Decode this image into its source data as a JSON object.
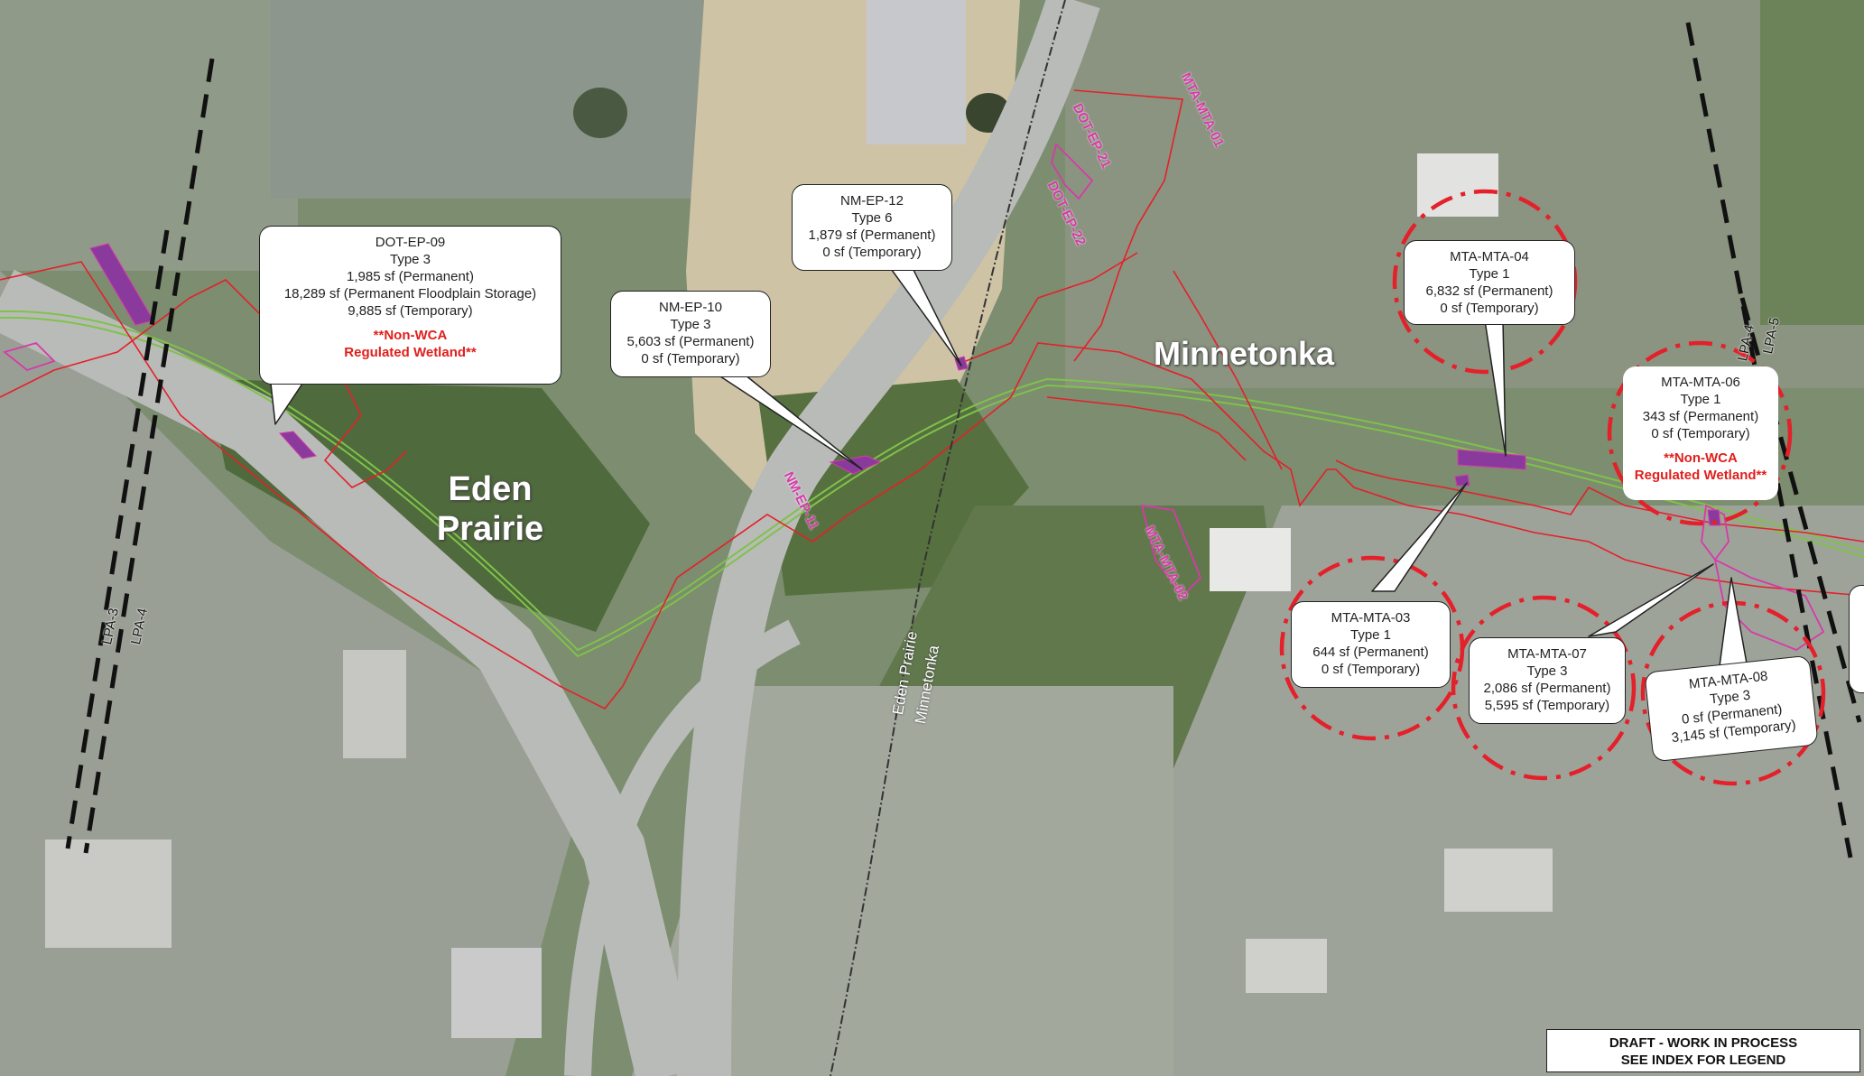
{
  "cities": {
    "eden_prairie": [
      "Eden",
      "Prairie"
    ],
    "minnetonka": "Minnetonka"
  },
  "boundary_labels": {
    "eden_prairie": "Eden Prairie",
    "minnetonka": "Minnetonka"
  },
  "lpa_lines": [
    "LPA-3",
    "LPA-4",
    "LPA-4",
    "LPA-5"
  ],
  "polygon_labels": [
    "DOT-EP-21",
    "DOT-EP-22",
    "MTA-MTA-01",
    "MTA-MTA-02",
    "NM-EP-11"
  ],
  "callouts": [
    {
      "id": "DOT-EP-09",
      "lines": [
        "DOT-EP-09",
        "Type 3",
        "1,985 sf (Permanent)",
        "18,289 sf (Permanent Floodplain Storage)",
        "9,885 sf (Temporary)"
      ],
      "note": [
        "**Non-WCA",
        "Regulated Wetland**"
      ]
    },
    {
      "id": "NM-EP-10",
      "lines": [
        "NM-EP-10",
        "Type 3",
        "5,603 sf (Permanent)",
        "0 sf (Temporary)"
      ]
    },
    {
      "id": "NM-EP-12",
      "lines": [
        "NM-EP-12",
        "Type 6",
        "1,879 sf (Permanent)",
        "0 sf (Temporary)"
      ]
    },
    {
      "id": "MTA-MTA-04",
      "lines": [
        "MTA-MTA-04",
        "Type 1",
        "6,832 sf (Permanent)",
        "0 sf (Temporary)"
      ]
    },
    {
      "id": "MTA-MTA-06",
      "lines": [
        "MTA-MTA-06",
        "Type 1",
        "343 sf (Permanent)",
        "0 sf (Temporary)"
      ],
      "note": [
        "**Non-WCA",
        "Regulated Wetland**"
      ]
    },
    {
      "id": "MTA-MTA-03",
      "lines": [
        "MTA-MTA-03",
        "Type 1",
        "644 sf (Permanent)",
        "0 sf (Temporary)"
      ]
    },
    {
      "id": "MTA-MTA-07",
      "lines": [
        "MTA-MTA-07",
        "Type 3",
        "2,086 sf (Permanent)",
        "5,595 sf (Temporary)"
      ]
    },
    {
      "id": "MTA-MTA-08",
      "lines": [
        "MTA-MTA-08",
        "Type 3",
        "0 sf (Permanent)",
        "3,145 sf (Temporary)"
      ]
    }
  ],
  "legend_note": [
    "DRAFT - WORK IN PROCESS",
    "SEE INDEX FOR LEGEND"
  ],
  "colors": {
    "impact_boundary": "#e4202a",
    "wetland_fill": "#8a3a9c",
    "wetland_outline": "#d63aa8",
    "rail_alignment": "#7fc24a",
    "circle": "#e4202a"
  }
}
